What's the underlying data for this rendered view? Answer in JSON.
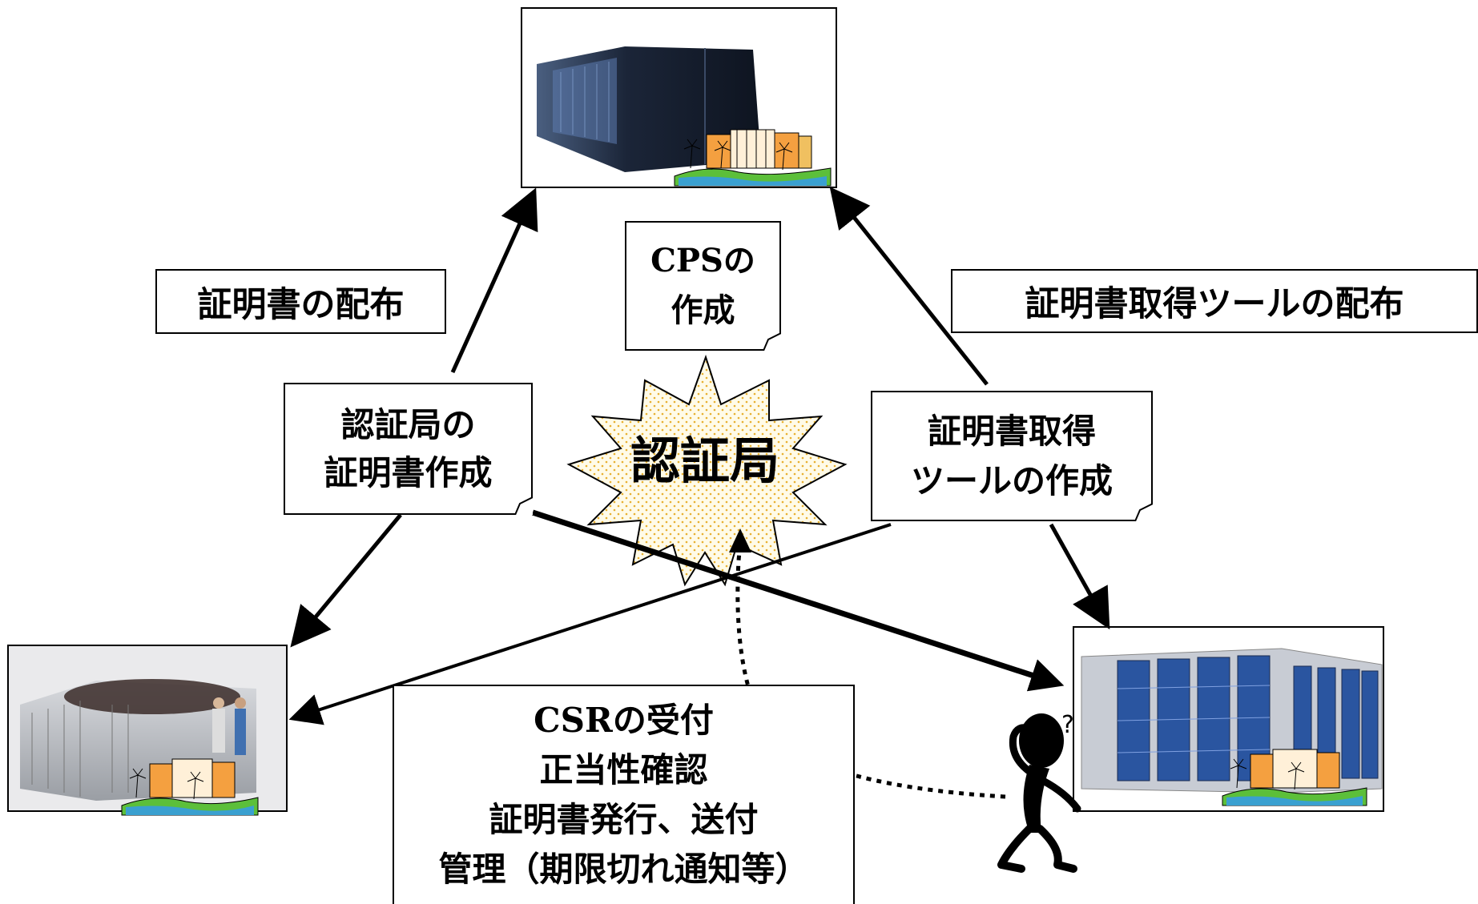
{
  "center": {
    "label": "認証局"
  },
  "labels": {
    "cert_distribution": "証明書の配布",
    "tool_distribution": "証明書取得ツールの配布"
  },
  "notes": {
    "cps": [
      "CPSの",
      "作成"
    ],
    "ca_cert": [
      "認証局の",
      "証明書作成"
    ],
    "tool_create": [
      "証明書取得",
      "ツールの作成"
    ]
  },
  "csr_box": [
    "CSRの受付",
    "正当性確認",
    "証明書発行、送付",
    "管理（期限切れ通知等）"
  ],
  "icons": [
    "supercomputer-top",
    "supercomputer-left",
    "supercomputer-right",
    "building-icon",
    "thinking-person-icon",
    "question-mark-icon"
  ],
  "colors": {
    "burst_fill": "#fff8dc",
    "burst_dots": "#f0c040",
    "building_orange": "#f4a040",
    "sea_blue": "#3aa0d0",
    "grass_green": "#5cbf3a"
  }
}
